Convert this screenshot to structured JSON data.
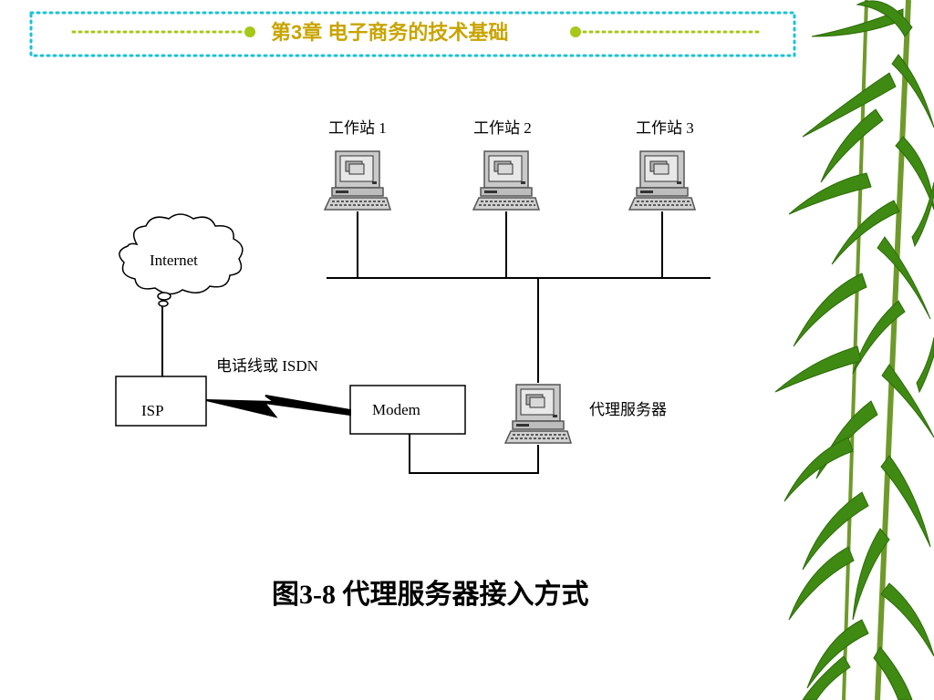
{
  "header": {
    "title": "第3章  电子商务的技术基础"
  },
  "diagram": {
    "workstations": [
      {
        "label": "工作站 1"
      },
      {
        "label": "工作站 2"
      },
      {
        "label": "工作站 3"
      }
    ],
    "cloud_label": "Internet",
    "isp_label": "ISP",
    "modem_label": "Modem",
    "link_label": "电话线或 ISDN",
    "proxy_label": "代理服务器"
  },
  "caption": "图3-8  代理服务器接入方式",
  "colors": {
    "header_border": "#19c3d6",
    "header_dots": "#a6c819",
    "header_text": "#c8a400",
    "bamboo_leaf": "#3f8a12"
  }
}
